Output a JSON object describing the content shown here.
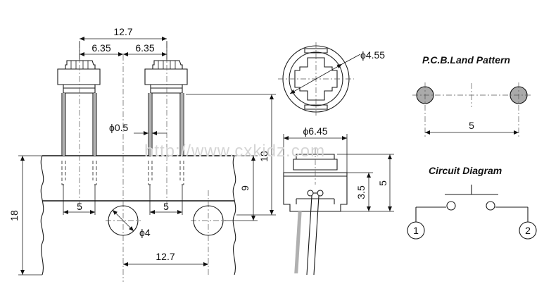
{
  "front_view": {
    "dim_pitch_total": "12.7",
    "dim_half_left": "6.35",
    "dim_half_right": "6.35",
    "dim_pin_dia": "ϕ0.5",
    "dim_height_total": "18",
    "dim_panel_height": "18",
    "dim_panel_to_hole": "9",
    "dim_pin_left": "5",
    "dim_pin_right": "5",
    "dim_hole_dia": "ϕ4",
    "dim_hole_pitch": "12.7"
  },
  "top_view": {
    "dim_outer_dia": "ϕ4.55"
  },
  "side_view": {
    "dim_body_dia": "ϕ6.45",
    "dim_body_height": "3.5",
    "dim_total_height": "5"
  },
  "pcb": {
    "title": "P.C.B.Land Pattern",
    "dim_pad_spacing": "5"
  },
  "circuit": {
    "title": "Circuit Diagram",
    "terminal_1": "1",
    "terminal_2": "2"
  },
  "watermark": "http://www.cxkidz.com"
}
